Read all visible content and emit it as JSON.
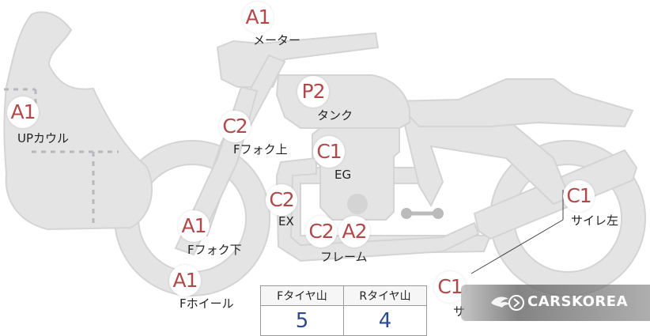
{
  "parts": [
    {
      "code": "A1",
      "label": "メーター"
    },
    {
      "code": "P2",
      "label": "タンク"
    },
    {
      "code": "A1",
      "label": "UPカウル"
    },
    {
      "code": "C2",
      "label": "Fフォク上"
    },
    {
      "code": "C1",
      "label": "EG"
    },
    {
      "code": "C2",
      "label": "EX"
    },
    {
      "code": "A1",
      "label": "Fフォク下"
    },
    {
      "code": "C2",
      "label": ""
    },
    {
      "code": "A2",
      "label": "フレーム"
    },
    {
      "code": "C1",
      "label": "サイレ左"
    },
    {
      "code": "A1",
      "label": "Fホイール"
    },
    {
      "code": "C1",
      "label": "サ"
    }
  ],
  "tire_table": {
    "front_header": "Fタイヤ山",
    "rear_header": "Rタイヤ山",
    "front_value": "5",
    "rear_value": "4"
  },
  "watermark": {
    "text": "CARSKOREA",
    "icon": "flame-logo-icon"
  },
  "colors": {
    "badge_text": "#b0494a",
    "bike_fill": "#e4e4e4",
    "bike_stroke": "#d2d2d2",
    "table_value": "#2f4a8a"
  }
}
